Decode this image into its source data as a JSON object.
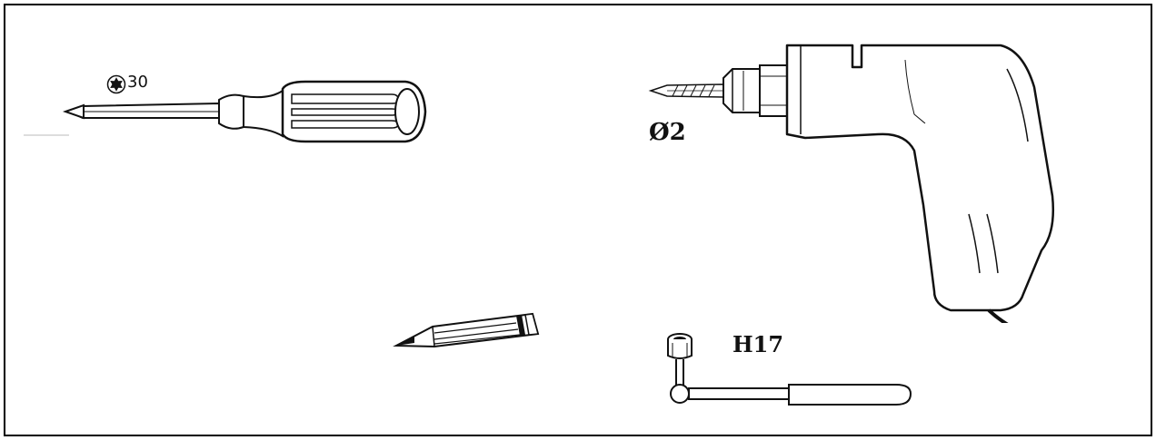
{
  "tools": {
    "screwdriver": {
      "bit_label": "30",
      "bit_type": "torx-icon"
    },
    "drill": {
      "bit_label": "Ø2"
    },
    "pencil": {},
    "socket_wrench": {
      "size_label": "H17"
    }
  },
  "colors": {
    "line": "#111111",
    "background": "#ffffff"
  }
}
